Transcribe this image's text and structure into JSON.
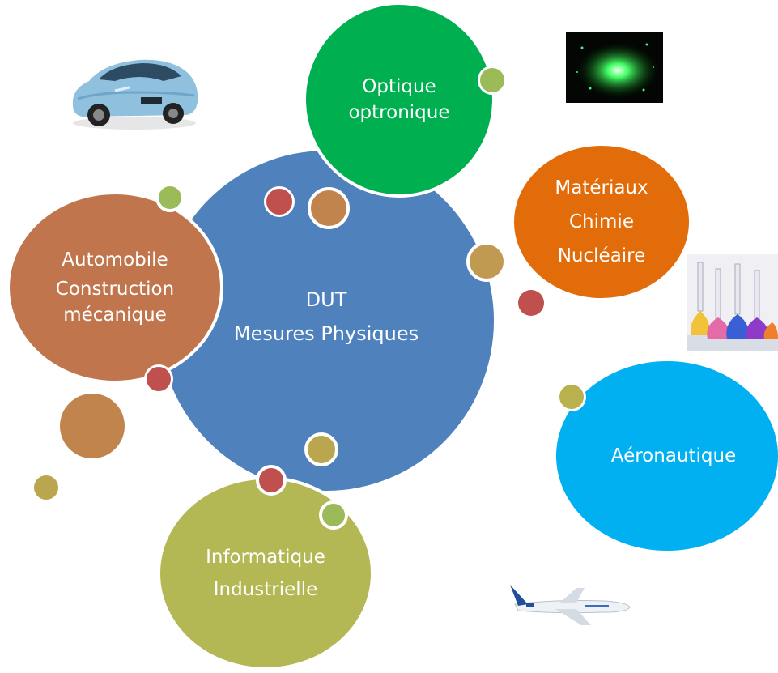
{
  "colors": {
    "center": "#4F81BD",
    "optique": "#00B050",
    "materiaux": "#E36C0A",
    "automobile": "#C0754C",
    "aero": "#00B0F0",
    "info": "#B3B855",
    "dot_green": "#9BBB59",
    "dot_red": "#C0504D",
    "dot_tan": "#C09050",
    "dot_olive": "#B9A64E"
  },
  "center": {
    "line1": "DUT",
    "line2": "Mesures Physiques"
  },
  "optique": {
    "line1": "Optique",
    "line2": "optronique"
  },
  "materiaux": {
    "line1": "Matériaux",
    "line2": "Chimie",
    "line3": "Nucléaire"
  },
  "automobile": {
    "line1": "Automobile",
    "line2": "Construction",
    "line3": "mécanique"
  },
  "aero": {
    "line1": "Aéronautique"
  },
  "info": {
    "line1": "Informatique",
    "line2": "Industrielle"
  },
  "images": [
    "car-photo",
    "laser-photo",
    "chemistry-flasks-photo",
    "airplane-photo"
  ]
}
